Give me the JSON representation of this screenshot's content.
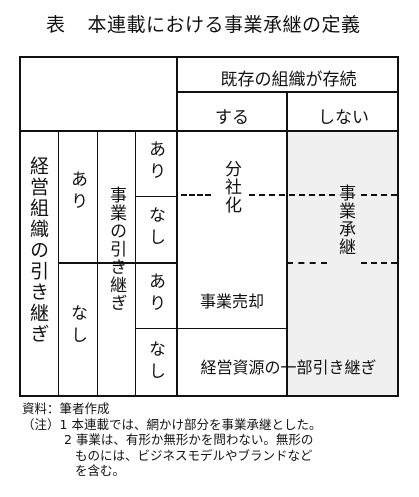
{
  "title": {
    "prefix": "表",
    "text": "本連載における事業承継の定義"
  },
  "table": {
    "header": {
      "group": "既存の組織が存続",
      "col_yes": "する",
      "col_no": "しない"
    },
    "row_header_main": "経営組織の引き継ぎ",
    "row_header_sub_yes": "あり",
    "row_header_sub_no": "なし",
    "row_header_business": "事業の引き継ぎ",
    "opt_yes": "あり",
    "opt_no": "なし",
    "cells": {
      "split": "分社化",
      "succession": "事業承継",
      "sale": "事業売却",
      "partial": "経営資源の一部引き継ぎ"
    }
  },
  "notes": {
    "source": "資料：筆者作成",
    "note_label": "（注）",
    "note1": "1 本連載では、網かけ部分を事業承継とした。",
    "note2_line1": "2 事業は、有形か無形かを問わない。無形の",
    "note2_line2": "ものには、ビジネスモデルやブランドなど",
    "note2_line3": "を含む。"
  }
}
